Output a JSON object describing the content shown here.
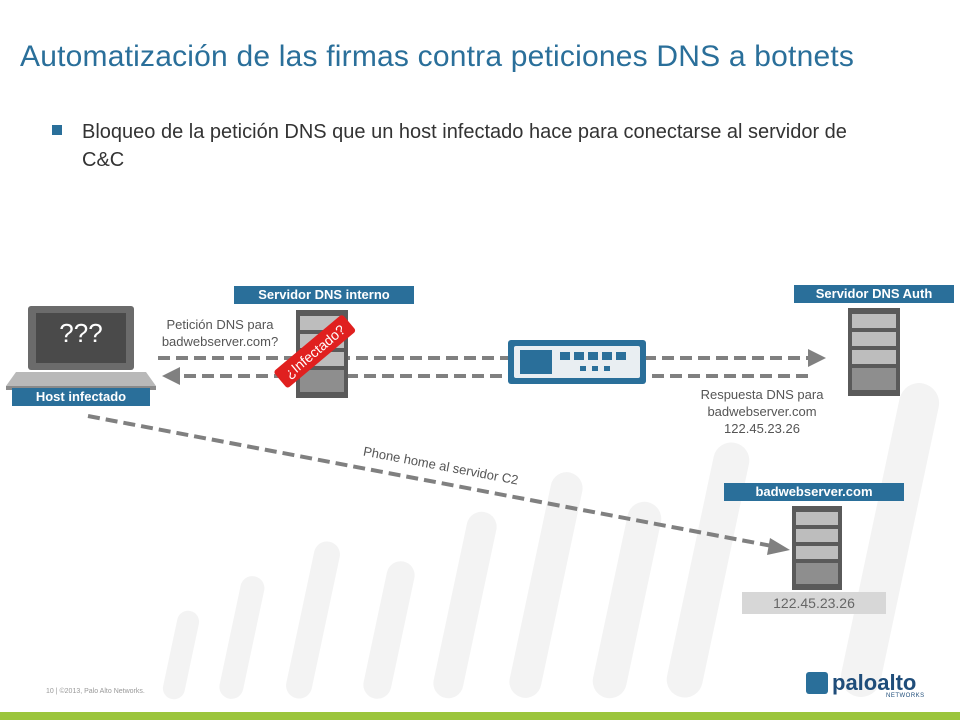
{
  "slide": {
    "title": "Automatización de las firmas contra peticiones DNS a botnets",
    "bullet": "Bloqueo de la petición DNS que un host infectado hace para conectarse al servidor de C&C"
  },
  "diagram": {
    "nodes": {
      "host": {
        "label": "Host infectado",
        "screen_text": "???"
      },
      "dns_interno": {
        "label": "Servidor DNS interno"
      },
      "dns_auth": {
        "label": "Servidor DNS Auth"
      },
      "bad": {
        "label": "badwebserver.com",
        "ip": "122.45.23.26"
      }
    },
    "annotations": {
      "query_line1": "Petición DNS para",
      "query_line2": "badwebserver.com?",
      "infected_tag": "¿Infectado?",
      "response_line1": "Respuesta DNS para",
      "response_line2": "badwebserver.com",
      "response_line3": "122.45.23.26",
      "phone_home": "Phone home al servidor C2"
    }
  },
  "footer": {
    "text": "10  |  ©2013, Palo Alto Networks."
  },
  "logo": {
    "name": "paloalto",
    "sub": "NETWORKS",
    "icon": "paloalto-logo-icon"
  },
  "colors": {
    "accent": "#2a6f9a",
    "bar": "#9bc53c",
    "alert": "#e0201f"
  }
}
